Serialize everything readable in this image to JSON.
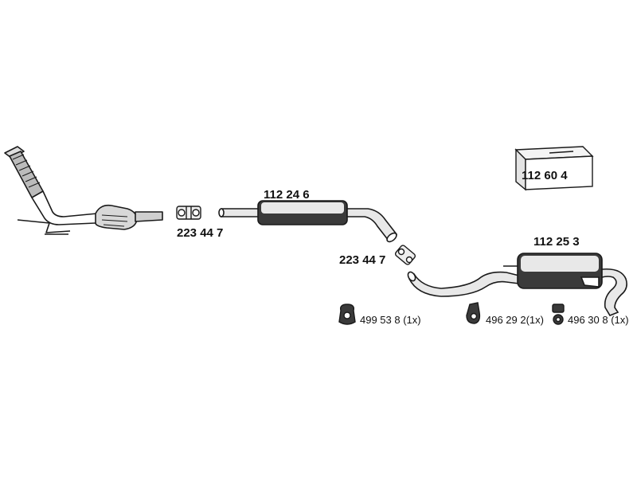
{
  "labels": {
    "box_set": "112 60 4",
    "middle_silencer": "112 24 6",
    "rear_silencer": "112 25 3",
    "clamp_front": "223 44 7",
    "clamp_mid": "223 44 7",
    "mount_a": "499 53 8 (1x)",
    "mount_b": "496 29 2(1x)",
    "mount_c": "496 30 8 (1x)"
  },
  "colors": {
    "line": "#1a1a1a",
    "fill_dark": "#3a3a3a",
    "fill_light": "#e8e8e8"
  }
}
